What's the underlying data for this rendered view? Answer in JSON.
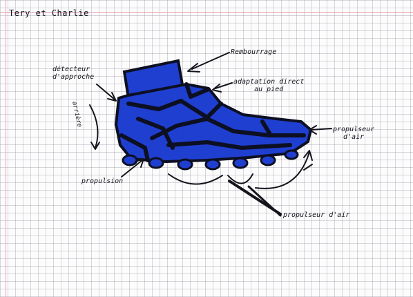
{
  "title": "Tery et Charlie",
  "labels": {
    "rembourrage": "Rembourrage",
    "adaptation": "adaptation direct\nau pied",
    "detecteur": "détecteur\nd'approche",
    "apres": "arrière",
    "propulseur_air": "propulseur\nd'air",
    "propulsion": "propulsion",
    "propulseurs_air": "propulseur d'air"
  },
  "colors": {
    "shoe_blue": "#1f3fd0",
    "shoe_dark": "#0d0f22",
    "ink": "#14141c"
  }
}
